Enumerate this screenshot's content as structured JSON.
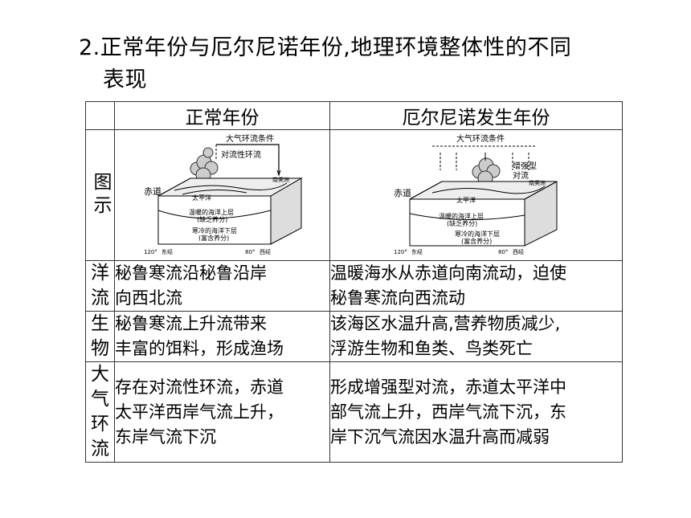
{
  "title": {
    "line1": "2.正常年份与厄尔尼诺年份,地理环境整体性的不同",
    "line2": "表现"
  },
  "table": {
    "header": [
      "",
      "正常年份",
      "厄尔尼诺发生年份"
    ],
    "figure_row_label": "图示",
    "figures": {
      "normal": {
        "top": "大气环流条件",
        "circulation": "对流性环流",
        "equator": "赤道",
        "ocean": "太平洋",
        "ne": "南美洲",
        "upper": "温暖的海洋上层",
        "upper_sub": "(缺乏养分)",
        "lower": "寒冷的海洋下层",
        "lower_sub": "(富含养分)",
        "lon1": "120°",
        "lon1_dir": "东经",
        "lon2": "80°",
        "lon2_dir": "西经"
      },
      "elnino": {
        "top": "大气环流条件",
        "circulation1": "增强型",
        "circulation2": "对流",
        "equator": "赤道",
        "ocean": "太平洋",
        "ne": "南美洲",
        "upper": "温暖的海洋上层",
        "upper_sub": "(缺乏养分)",
        "lower": "寒冷的海洋下层",
        "lower_sub": "(富含养分)",
        "lon1": "120°",
        "lon1_dir": "东经",
        "lon2": "80°",
        "lon2_dir": "西经"
      }
    },
    "rows": [
      {
        "label": [
          "洋",
          "流"
        ],
        "normal": [
          "秘鲁寒流沿秘鲁沿岸",
          "向西北流"
        ],
        "elnino": [
          "温暖海水从赤道向南流动，迫使",
          "秘鲁寒流向西流动"
        ]
      },
      {
        "label": [
          "生",
          "物"
        ],
        "normal": [
          "秘鲁寒流上升流带来",
          "丰富的饵料，形成渔场"
        ],
        "elnino": [
          "该海区水温升高,营养物质减少,",
          "浮游生物和鱼类、鸟类死亡"
        ]
      },
      {
        "label": [
          "大",
          "气",
          "环",
          "流"
        ],
        "normal": [
          "存在对流性环流，赤道",
          "太平洋西岸气流上升，",
          "东岸气流下沉"
        ],
        "elnino": [
          "形成增强型对流，赤道太平洋中",
          "部气流上升，西岸气流下沉，东",
          "岸下沉气流因水温升高而减弱"
        ]
      }
    ]
  }
}
